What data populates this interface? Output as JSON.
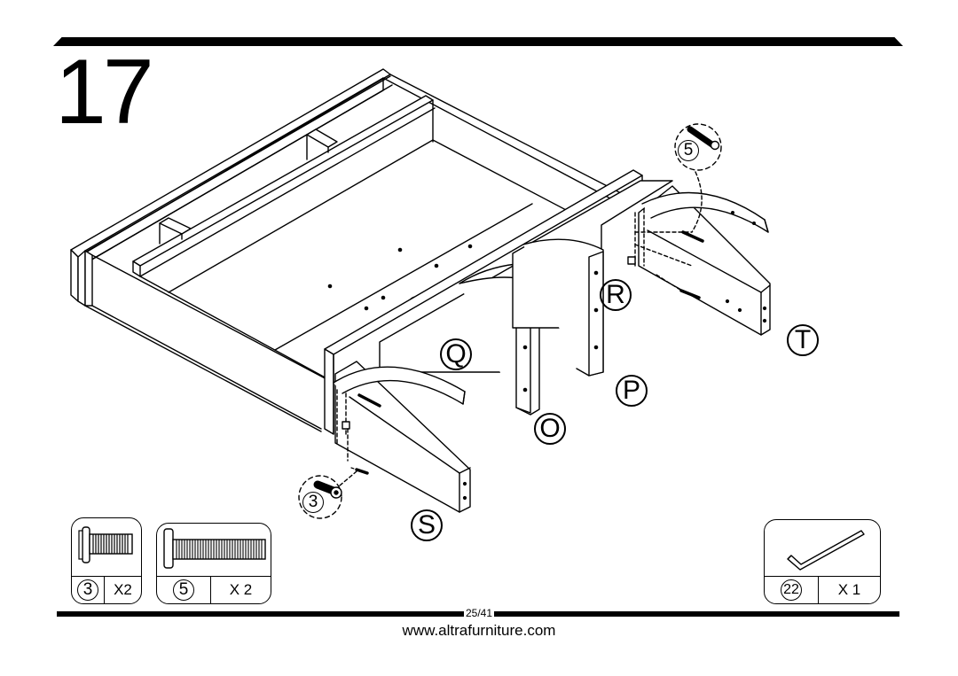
{
  "step": {
    "number": "17"
  },
  "parts": {
    "O": "O",
    "P": "P",
    "Q": "Q",
    "R": "R",
    "S": "S",
    "T": "T"
  },
  "callouts": {
    "screw_short": "3",
    "screw_long": "5"
  },
  "hardware": [
    {
      "id": "3",
      "qty": "X2",
      "icon": "short-bolt-icon"
    },
    {
      "id": "5",
      "qty": "X 2",
      "icon": "long-bolt-icon"
    },
    {
      "id": "22",
      "qty": "X 1",
      "icon": "allen-key-icon"
    }
  ],
  "footer": {
    "page": "25/41",
    "website": "www.altrafurniture.com"
  }
}
